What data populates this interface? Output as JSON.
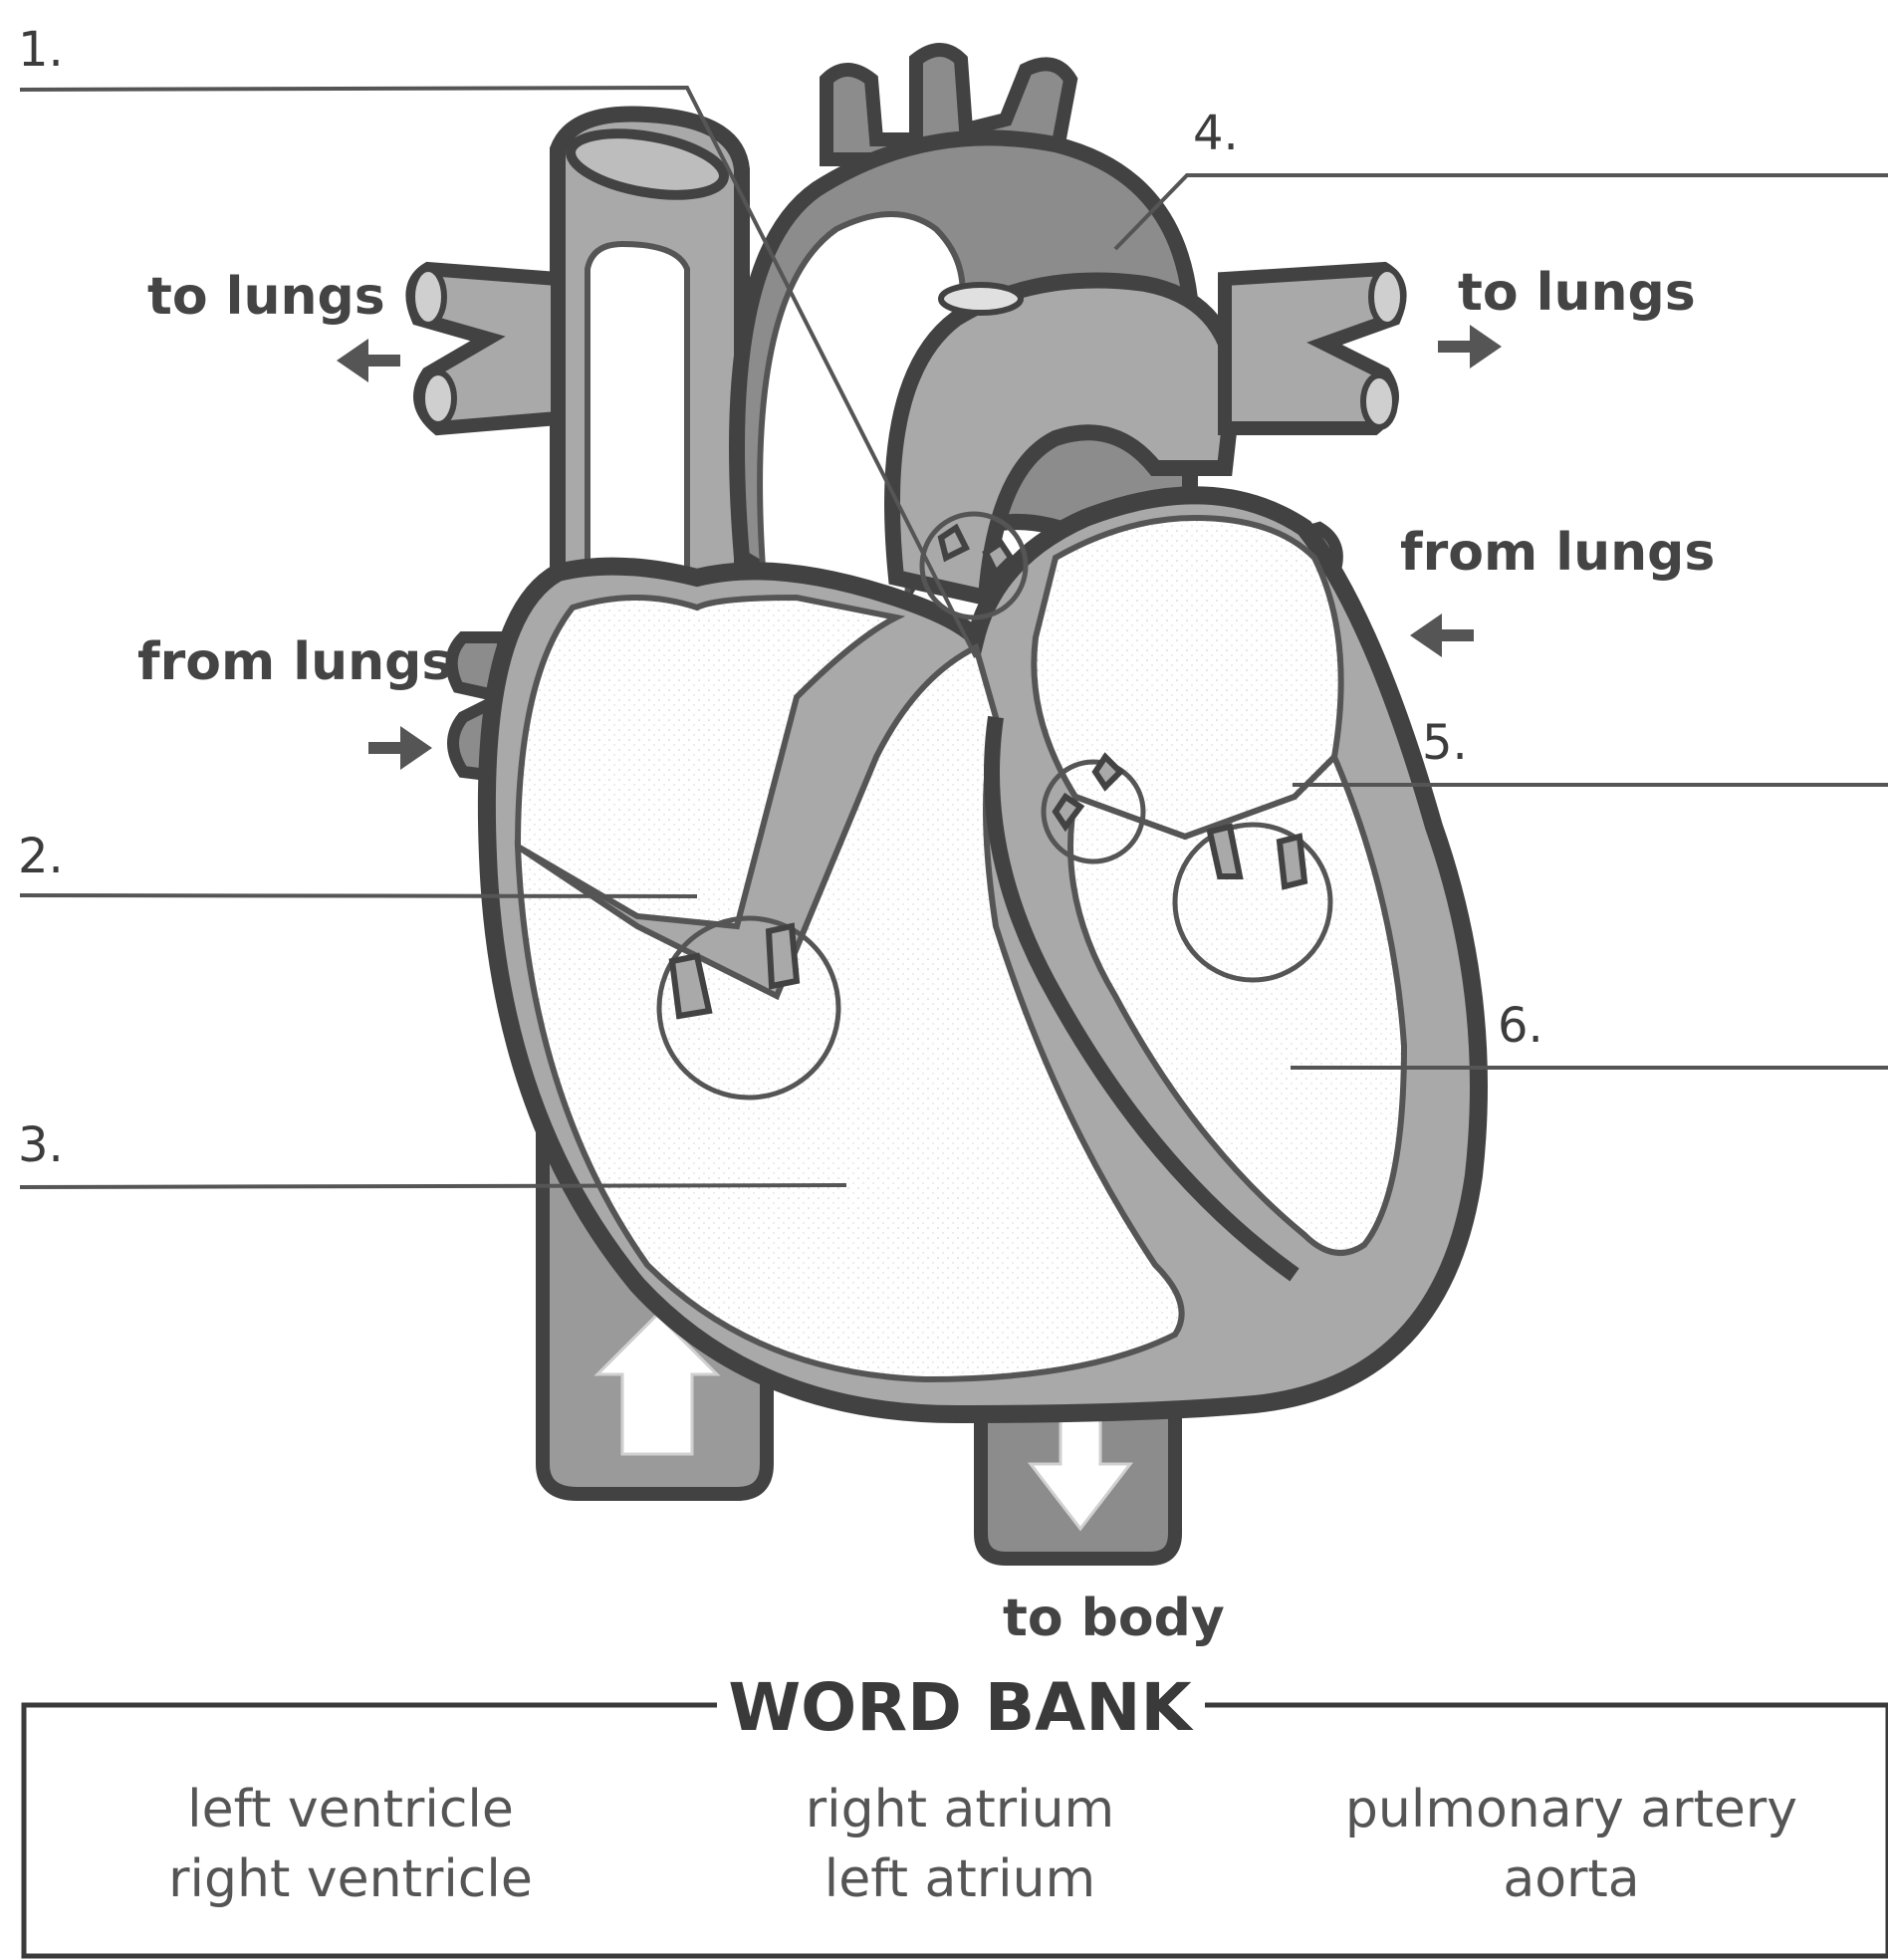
{
  "numbers": [
    "1.",
    "2.",
    "3.",
    "4.",
    "5.",
    "6."
  ],
  "flow_labels": {
    "to_lungs_left": "to lungs",
    "to_lungs_right": "to lungs",
    "from_lungs_right": "from lungs",
    "from_lungs_left": "from lungs",
    "to_body": "to body"
  },
  "word_bank": {
    "title": "WORD BANK",
    "terms": [
      "left ventricle",
      "right ventricle",
      "right atrium",
      "left atrium",
      "pulmonary artery",
      "aorta"
    ]
  },
  "colors": {
    "outline": "#424242",
    "wall_fill": "#a9a9a9",
    "dark_fill": "#8c8c8c",
    "chamber_fill": "#ffffff"
  }
}
